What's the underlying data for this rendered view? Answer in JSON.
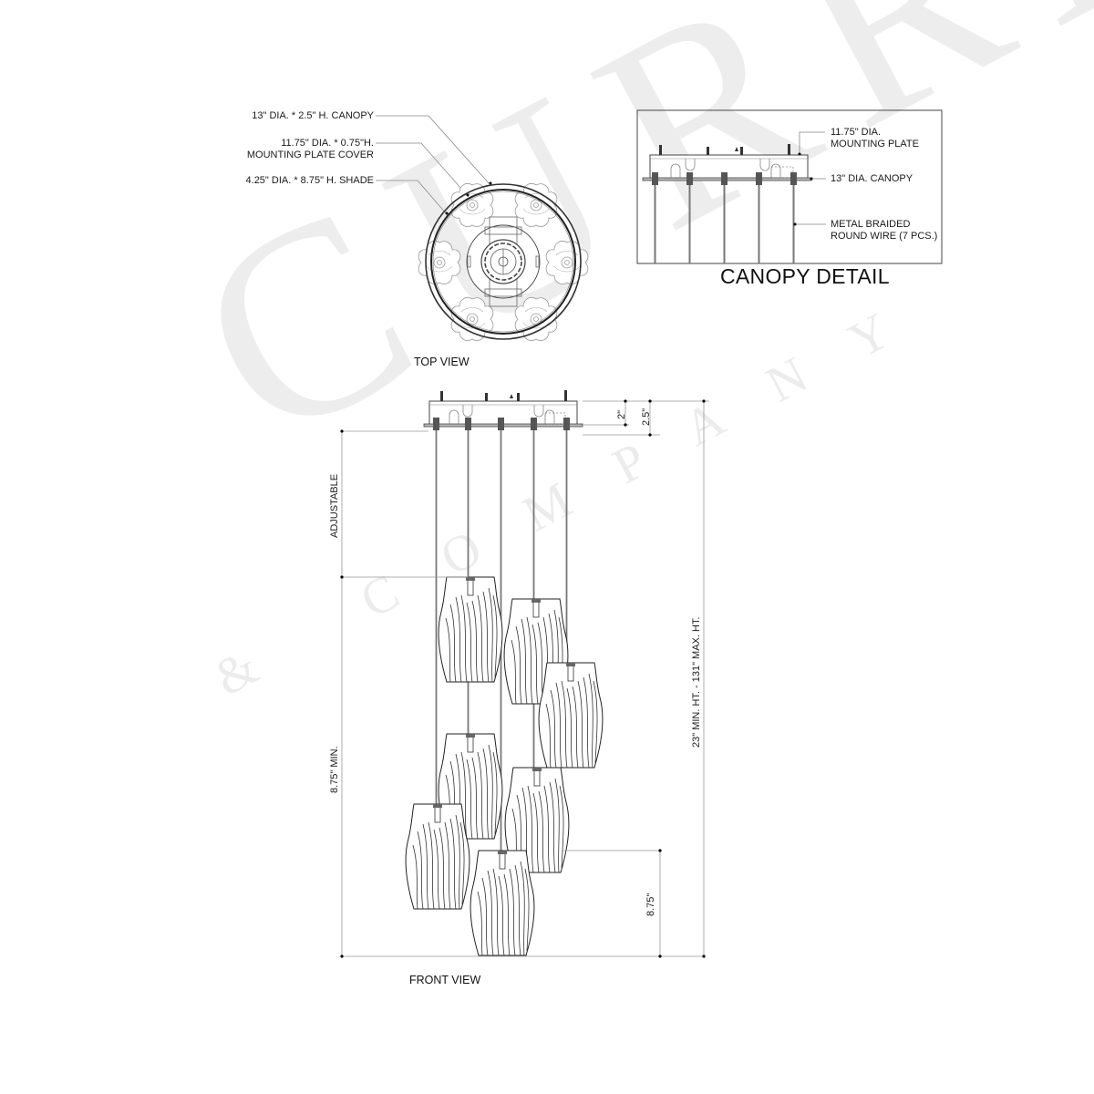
{
  "watermark": {
    "brand_main": "CURREY",
    "brand_sub": "& COMPANY"
  },
  "top_view": {
    "title": "TOP VIEW",
    "callouts": [
      {
        "text": "13\" DIA. * 2.5\" H. CANOPY"
      },
      {
        "text_line1": "11.75\" DIA. * 0.75\"H.",
        "text_line2": "MOUNTING PLATE COVER"
      },
      {
        "text": "4.25\" DIA. * 8.75\" H. SHADE"
      }
    ],
    "shade_count": 7
  },
  "canopy_detail": {
    "title": "CANOPY DETAIL",
    "callouts": [
      {
        "text_line1": "11.75\" DIA.",
        "text_line2": "MOUNTING PLATE"
      },
      {
        "text": "13\" DIA. CANOPY"
      },
      {
        "text_line1": "METAL BRAIDED",
        "text_line2": "ROUND WIRE (7 PCS.)"
      }
    ]
  },
  "front_view": {
    "title": "FRONT VIEW",
    "dimensions": {
      "canopy_inner": "2\"",
      "canopy_total": "2.5\"",
      "adjustable": "ADJUSTABLE",
      "min_drop": "8.75\" MIN.",
      "overall": "23\" MIN. HT. - 131\" MAX. HT.",
      "shade_height": "8.75\""
    },
    "pendant_count": 7
  }
}
